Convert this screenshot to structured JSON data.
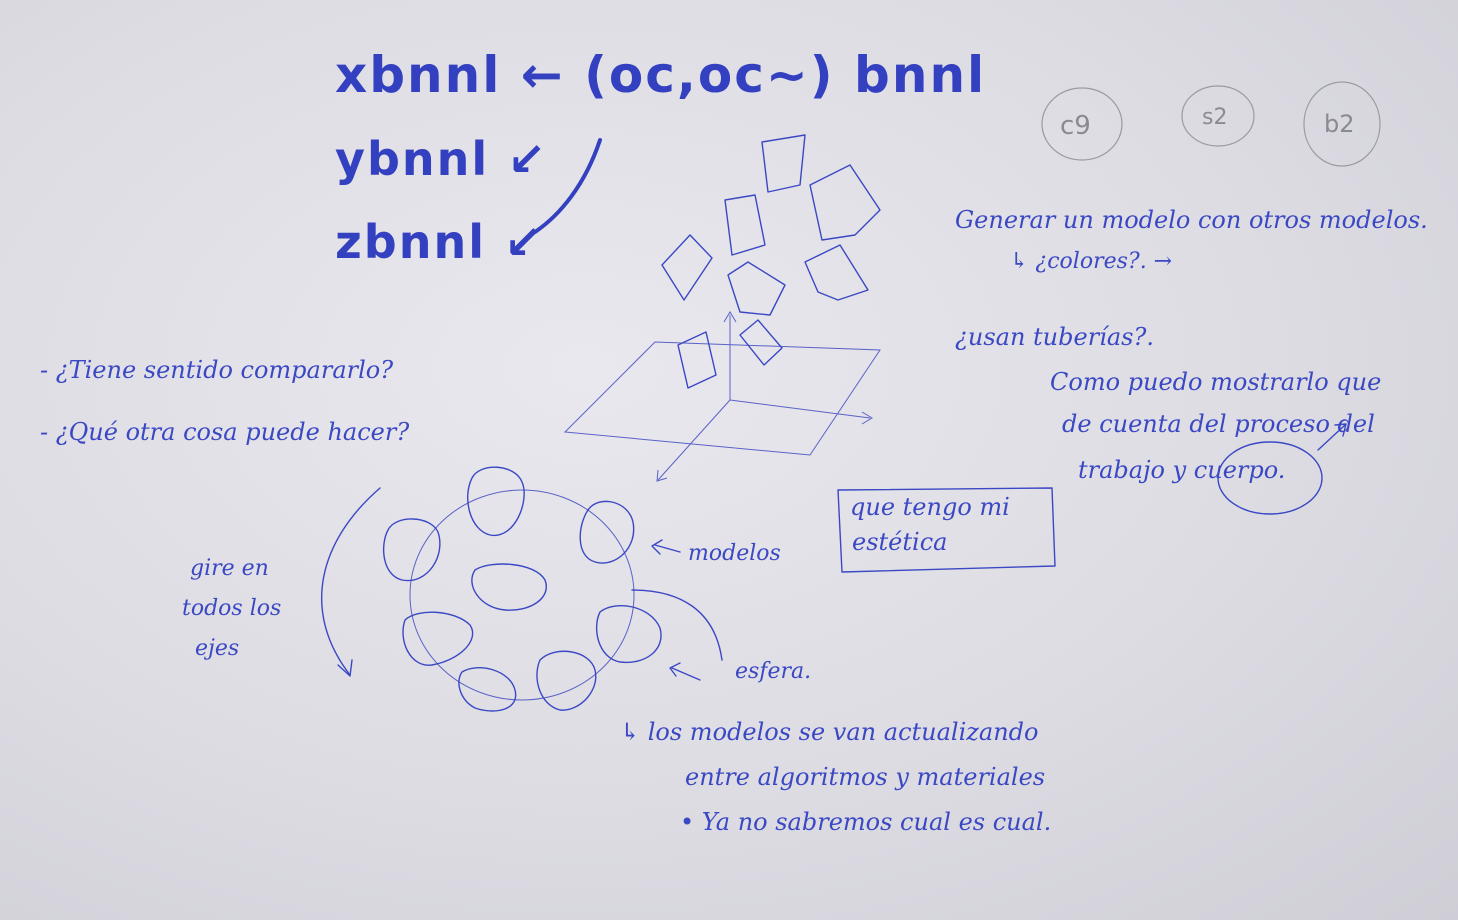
{
  "marker_notes": {
    "line1": "xbnnl ← (oc,oc~) bnnl",
    "line2": "ybnnl ↙",
    "line3": "zbnnl ↙"
  },
  "circled_sketch_marks": [
    "c9",
    "s2",
    "b2"
  ],
  "right_notes": {
    "line1": "Generar un modelo con otros modelos.",
    "line2": "↳ ¿colores?. →",
    "line3": "¿usan tuberías?.",
    "line4": "Como puedo mostrarlo que",
    "line5": "de cuenta del proceso del",
    "line6": "trabajo y cuerpo."
  },
  "left_questions": {
    "q1": "- ¿Tiene sentido compararlo?",
    "q2": "- ¿Qué otra cosa puede hacer?"
  },
  "box_note": {
    "line1": "que tengo mi",
    "line2": "estética"
  },
  "sphere_labels": {
    "rotate1": "gire en",
    "rotate2": "todos los",
    "rotate3": "ejes",
    "modelos": "modelos",
    "esfera": "esfera."
  },
  "bottom_notes": {
    "line1": "↳ los modelos se van actualizando",
    "line2": "entre algoritmos y materiales",
    "line3": "• Ya no sabremos cual es cual."
  },
  "colors": {
    "ink": "#3b48c4",
    "marker": "#3340c0",
    "paper": "#e4e3ea",
    "pencil": "#9a9aa2"
  }
}
